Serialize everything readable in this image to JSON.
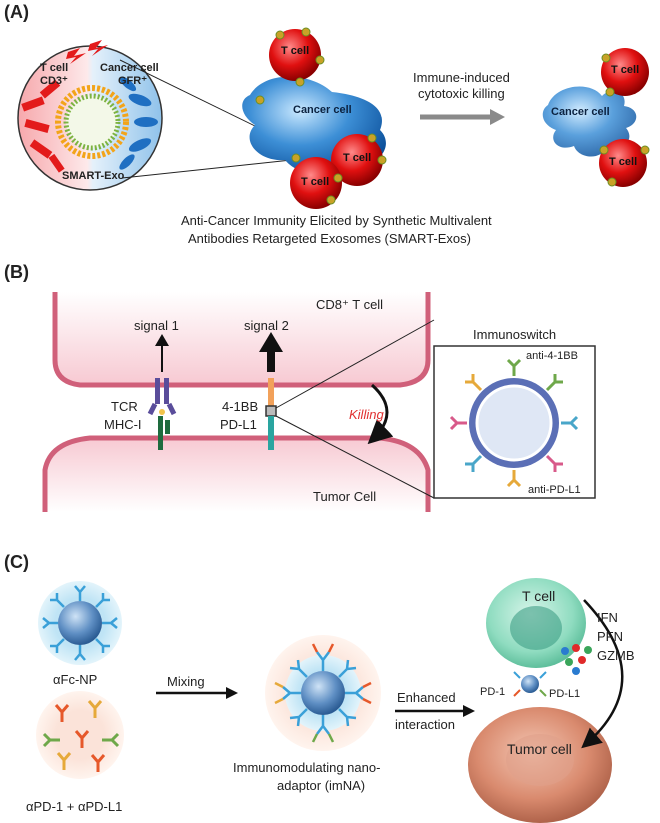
{
  "panelA": {
    "letter": "(A)",
    "tcell_label": "T cell",
    "cd3": "CD3⁺",
    "cancer_label": "Cancer cell",
    "gfr": "GFR⁺",
    "smart_exo": "SMART-Exo",
    "cancer_cell": "Cancer cell",
    "tcell": "T cell",
    "arrow_text_1": "Immune-induced",
    "arrow_text_2": "cytotoxic killing",
    "caption_1": "Anti-Cancer Immunity Elicited by Synthetic Multivalent",
    "caption_2": "Antibodies Retargeted Exosomes (SMART-Exos)"
  },
  "panelB": {
    "letter": "(B)",
    "cd8": "CD8⁺ T cell",
    "signal1": "signal 1",
    "signal2": "signal 2",
    "tcr": "TCR",
    "mhc": "MHC-I",
    "bb": "4-1BB",
    "pdl1": "PD-L1",
    "killing": "Killing",
    "tumor": "Tumor Cell",
    "immunoswitch": "Immunoswitch",
    "anti41bb": "anti-4-1BB",
    "antipdl1": "anti-PD-L1"
  },
  "panelC": {
    "letter": "(C)",
    "afc": "αFc-NP",
    "apd": "αPD-1 + αPD-L1",
    "mixing": "Mixing",
    "imna_1": "Immunomodulating nano-",
    "imna_2": "adaptor (imNA)",
    "enh_1": "Enhanced",
    "enh_2": "interaction",
    "tcell": "T cell",
    "pd1": "PD-1",
    "pdl1": "PD-L1",
    "ifn": "IFN",
    "pfn": "PFN",
    "gzmb": "GZMB",
    "tumor": "Tumor cell"
  }
}
